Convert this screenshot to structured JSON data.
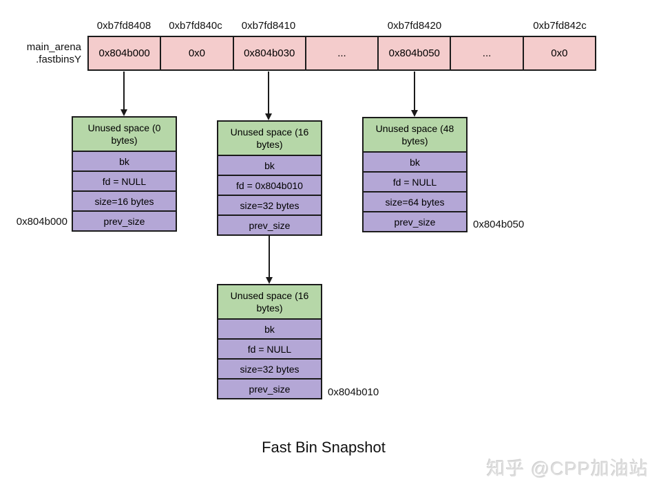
{
  "title": "Fast Bin Snapshot",
  "watermark": "知乎 @CPP加油站",
  "colors": {
    "array_fill": "#f4cccc",
    "chunk_header_fill": "#b6d7a8",
    "chunk_row_fill": "#b4a7d6",
    "border": "#1a1a1a"
  },
  "fastbin_array": {
    "label_line1": "main_arena",
    "label_line2": ".fastbinsY",
    "address_labels": [
      "0xb7fd8408",
      "0xb7fd840c",
      "0xb7fd8410",
      "0xb7fd8420",
      "0xb7fd842c"
    ],
    "cells": [
      "0x804b000",
      "0x0",
      "0x804b030",
      "...",
      "0x804b050",
      "...",
      "0x0"
    ]
  },
  "chunks": [
    {
      "header": "Unused space (0 bytes)",
      "rows": [
        "bk",
        "fd = NULL",
        "size=16 bytes",
        "prev_size"
      ],
      "address": "0x804b000"
    },
    {
      "header": "Unused space (16 bytes)",
      "rows": [
        "bk",
        "fd = 0x804b010",
        "size=32 bytes",
        "prev_size"
      ]
    },
    {
      "header": "Unused space (48 bytes)",
      "rows": [
        "bk",
        "fd = NULL",
        "size=64 bytes",
        "prev_size"
      ],
      "address": "0x804b050"
    },
    {
      "header": "Unused space (16 bytes)",
      "rows": [
        "bk",
        "fd = NULL",
        "size=32 bytes",
        "prev_size"
      ],
      "address": "0x804b010"
    }
  ]
}
